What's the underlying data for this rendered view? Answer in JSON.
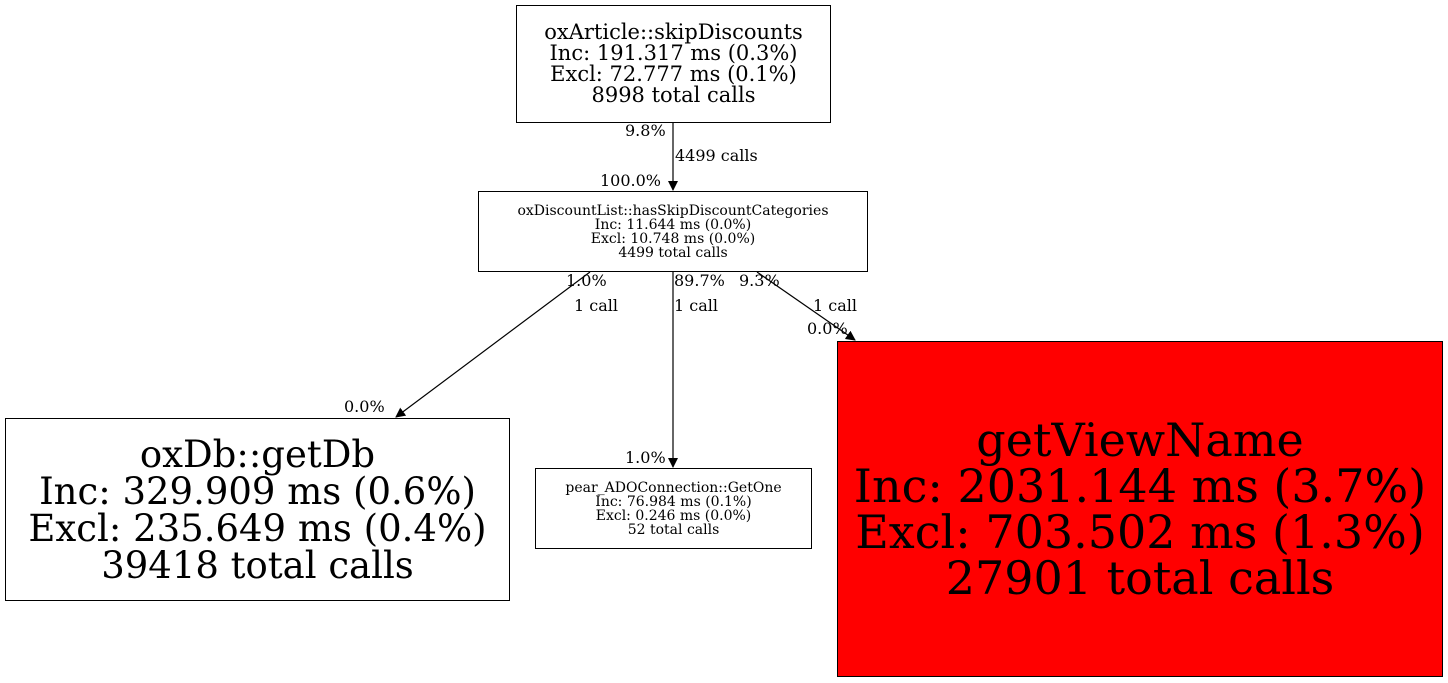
{
  "nodes": {
    "root": {
      "name": "oxArticle::skipDiscounts",
      "inc": "Inc: 191.317 ms (0.3%)",
      "excl": "Excl: 72.777 ms (0.1%)",
      "calls": "8998 total calls"
    },
    "mid": {
      "name": "oxDiscountList::hasSkipDiscountCategories",
      "inc": "Inc: 11.644 ms (0.0%)",
      "excl": "Excl: 10.748 ms (0.0%)",
      "calls": "4499 total calls"
    },
    "getdb": {
      "name": "oxDb::getDb",
      "inc": "Inc: 329.909 ms (0.6%)",
      "excl": "Excl: 235.649 ms (0.4%)",
      "calls": "39418 total calls"
    },
    "getone": {
      "name": "pear_ADOConnection::GetOne",
      "inc": "Inc: 76.984 ms (0.1%)",
      "excl": "Excl: 0.246 ms (0.0%)",
      "calls": "52 total calls"
    },
    "view": {
      "name": "getViewName",
      "inc": "Inc: 2031.144 ms (3.7%)",
      "excl": "Excl: 703.502 ms (1.3%)",
      "calls": "27901 total calls",
      "fill": "#ff0000"
    }
  },
  "edges": {
    "root_mid": {
      "tail_pct": "9.8%",
      "calls": "4499 calls",
      "head_pct": "100.0%"
    },
    "mid_getdb": {
      "tail_pct": "1.0%",
      "calls": "1 call",
      "head_pct": "0.0%"
    },
    "mid_getone": {
      "tail_pct": "89.7%",
      "calls": "1 call",
      "head_pct": "1.0%"
    },
    "mid_view": {
      "tail_pct": "9.3%",
      "calls": "1 call",
      "head_pct": "0.0%"
    }
  }
}
